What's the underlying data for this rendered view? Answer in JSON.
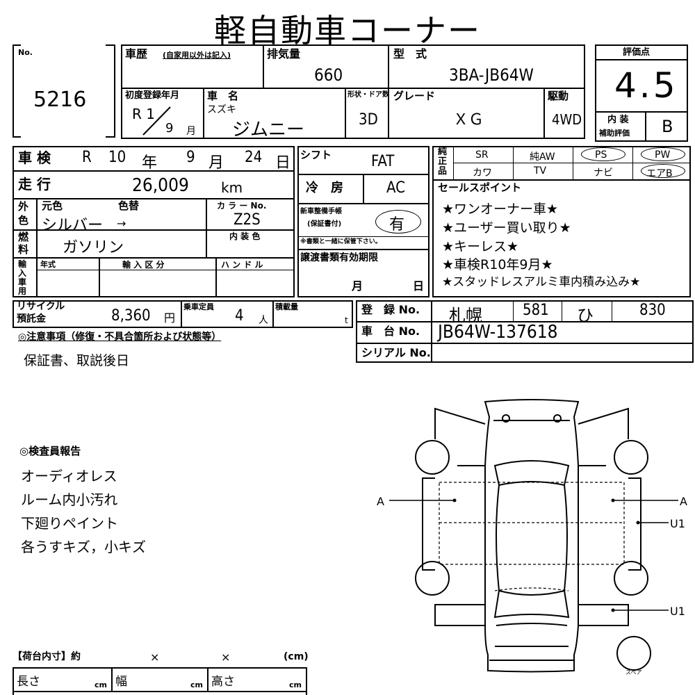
{
  "title": "軽自動車コーナー",
  "lot": {
    "label": "No.",
    "value": "5216"
  },
  "history": {
    "label": "車歴",
    "note": "(自家用以外は記入)"
  },
  "displacement": {
    "label": "排気量",
    "value": "660"
  },
  "model": {
    "label": "型　式",
    "value": "3BA-JB64W"
  },
  "first_reg": {
    "label": "初度登録年月",
    "era_year": "R 1",
    "month": "9",
    "month_unit": "月"
  },
  "car_name": {
    "label": "車　名",
    "maker": "スズキ",
    "name": "ジムニー"
  },
  "body": {
    "label": "形状・ドア数",
    "value": "3D"
  },
  "grade": {
    "label": "グレード",
    "value": "ＸＧ"
  },
  "drive": {
    "label": "駆動",
    "value": "4WD"
  },
  "score": {
    "label": "評価点",
    "value": "4.5",
    "interior_label_1": "内 装",
    "interior_label_2": "補助評価",
    "interior_value": "B"
  },
  "shaken": {
    "label": "車 検",
    "era": "R",
    "year": "10",
    "year_unit": "年",
    "month": "9",
    "month_unit": "月",
    "day": "24",
    "day_unit": "日"
  },
  "mileage": {
    "label": "走 行",
    "value": "26,009",
    "unit": "km"
  },
  "shift": {
    "label": "シフト",
    "value": "FAT"
  },
  "ac": {
    "label": "冷　房",
    "value": "AC"
  },
  "color": {
    "side_1": "外",
    "side_2": "色",
    "orig_label": "元色",
    "change_label": "色替",
    "value": "シルバー",
    "arrow": "→",
    "code_label": "カ ラ ー No.",
    "code": "Z2S"
  },
  "maintenance": {
    "label_1": "新車整備手帳",
    "label_2": "(保証書付)",
    "value": "有",
    "note": "※書類と一緒に保管下さい。"
  },
  "fuel": {
    "side_1": "燃",
    "side_2": "料",
    "value": "ガソリン",
    "interior_color_label": "内 装 色"
  },
  "import": {
    "side": [
      "輸",
      "入",
      "車",
      "用"
    ],
    "year_label": "年式",
    "category_label": "輸 入 区 分",
    "handle_label": "ハ ン ド ル"
  },
  "transfer": {
    "label": "譲渡書類有効期限",
    "month_unit": "月",
    "day_unit": "日"
  },
  "equipment": {
    "side": [
      "純",
      "正",
      "品"
    ],
    "row1": [
      "SR",
      "純AW",
      "PS",
      "PW"
    ],
    "row2": [
      "カワ",
      "TV",
      "ナビ",
      "エアB"
    ]
  },
  "selling_points": {
    "label": "セールスポイント",
    "items": [
      "★ワンオーナー車★",
      "★ユーザー買い取り★",
      "★キーレス★",
      "★車検R10年9月★",
      "★スタッドレスアルミ車内積み込み★"
    ]
  },
  "recycle": {
    "label_1": "リサイクル",
    "label_2": "預託金",
    "value": "8,360",
    "unit": "円"
  },
  "capacity": {
    "label": "乗車定員",
    "value": "4",
    "unit": "人"
  },
  "load": {
    "label": "積載量",
    "unit": "t"
  },
  "registration": {
    "label": "登　録 No.",
    "office": "札幌",
    "class": "581",
    "kana": "ひ",
    "number": "830"
  },
  "chassis": {
    "label": "車　台 No.",
    "value": "JB64W-137618"
  },
  "serial": {
    "label": "シリアル No.",
    "value": ""
  },
  "notes": {
    "label": "◎注意事項（修復・不具合箇所および状態等）",
    "text": "保証書、取説後日"
  },
  "inspector": {
    "label": "◎検査員報告",
    "lines": [
      "オーディオレス",
      "ルーム内小汚れ",
      "下廻りペイント",
      "各うすキズ，小キズ"
    ]
  },
  "diagram": {
    "mark_a_left": "A",
    "mark_a_right": "A",
    "mark_u1_top": "U1",
    "mark_u1_bottom": "U1",
    "spare": "スペア"
  },
  "cargo": {
    "label": "【荷台内寸】約",
    "times_1": "×",
    "times_2": "×",
    "unit_label": "(cm)",
    "length_label": "長さ",
    "width_label": "幅",
    "height_label": "高さ",
    "cm": "cm"
  }
}
